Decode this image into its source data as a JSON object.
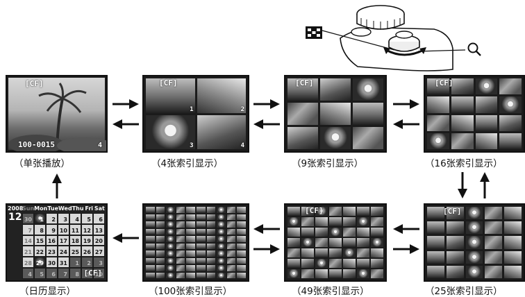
{
  "captions": {
    "single": "（单张播放）",
    "idx4": "（4张索引显示）",
    "idx9": "（9张索引显示）",
    "idx16": "（16张索引显示）",
    "idx25": "（25张索引显示）",
    "idx49": "（49张索引显示）",
    "idx100": "（100张索引显示）",
    "calendar": "（日历显示）"
  },
  "card_label": "[CF]",
  "single_view": {
    "file_number": "100-0015",
    "frame": "4"
  },
  "index4": {
    "numbers": [
      "1",
      "2",
      "3",
      "4"
    ]
  },
  "calendar": {
    "year": "2008",
    "month": "12",
    "weekdays": [
      "Sun",
      "Mon",
      "Tue",
      "Wed",
      "Thu",
      "Fri",
      "Sat"
    ],
    "days": [
      "30",
      "1",
      "2",
      "3",
      "4",
      "5",
      "6",
      "7",
      "8",
      "9",
      "10",
      "11",
      "12",
      "13",
      "14",
      "15",
      "16",
      "17",
      "18",
      "19",
      "20",
      "21",
      "22",
      "23",
      "24",
      "25",
      "26",
      "27",
      "28",
      "29",
      "30",
      "31",
      "1",
      "2",
      "3",
      "4",
      "5",
      "6",
      "7",
      "8",
      "9",
      "10"
    ]
  },
  "icons": [
    "grid-icon",
    "magnifier-icon",
    "camera-dial-icon",
    "arrow-icon"
  ]
}
